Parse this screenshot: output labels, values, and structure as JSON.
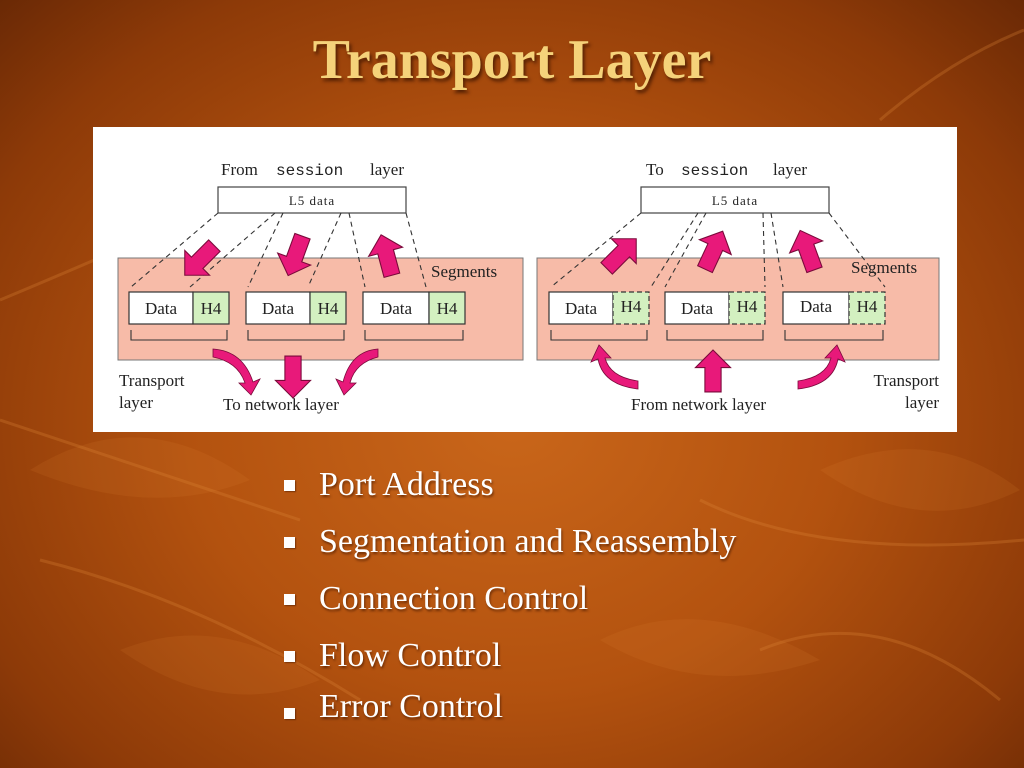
{
  "slide": {
    "title": "Transport Layer"
  },
  "diagram": {
    "sender": {
      "from_label": "From",
      "session_word": "session",
      "layer_word": "layer",
      "l5_data": "L5 data",
      "segments_label": "Segments",
      "data_label": "Data",
      "header_label": "H4",
      "transport_line1": "Transport",
      "transport_line2": "layer",
      "network_label": "To network layer"
    },
    "receiver": {
      "to_label": "To",
      "session_word": "session",
      "layer_word": "layer",
      "l5_data": "L5 data",
      "segments_label": "Segments",
      "data_label": "Data",
      "header_label": "H4",
      "transport_line1": "Transport",
      "transport_line2": "layer",
      "network_label": "From network layer"
    },
    "colors": {
      "segment_area": "#f7bba8",
      "header_fill": "#d3f0c0",
      "arrow": "#e8197a"
    }
  },
  "bullets": [
    "Port Address",
    "Segmentation and Reassembly",
    "Connection Control",
    "Flow Control",
    "Error Control"
  ]
}
